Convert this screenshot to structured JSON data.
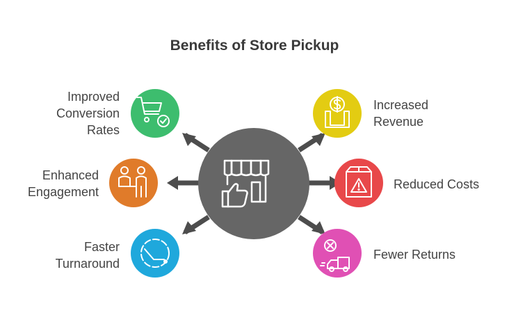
{
  "title": "Benefits of Store Pickup",
  "center": {
    "icon": "store-thumbs-up-icon",
    "color": "#666666"
  },
  "benefits": [
    {
      "label": "Improved Conversion Rates",
      "lines": [
        "Improved",
        "Conversion",
        "Rates"
      ],
      "icon": "cart-check-icon",
      "color": "#3dbd6e"
    },
    {
      "label": "Enhanced Engagement",
      "lines": [
        "Enhanced",
        "Engagement"
      ],
      "icon": "people-icon",
      "color": "#e07b2a"
    },
    {
      "label": "Faster Turnaround",
      "lines": [
        "Faster",
        "Turnaround"
      ],
      "icon": "clock-icon",
      "color": "#1fa8dc"
    },
    {
      "label": "Increased Revenue",
      "lines": [
        "Increased",
        "Revenue"
      ],
      "icon": "money-box-icon",
      "color": "#e3cc12"
    },
    {
      "label": "Reduced Costs",
      "lines": [
        "Reduced Costs"
      ],
      "icon": "box-warning-icon",
      "color": "#e8484a"
    },
    {
      "label": "Fewer Returns",
      "lines": [
        "Fewer Returns"
      ],
      "icon": "truck-x-icon",
      "color": "#e050b4"
    }
  ]
}
